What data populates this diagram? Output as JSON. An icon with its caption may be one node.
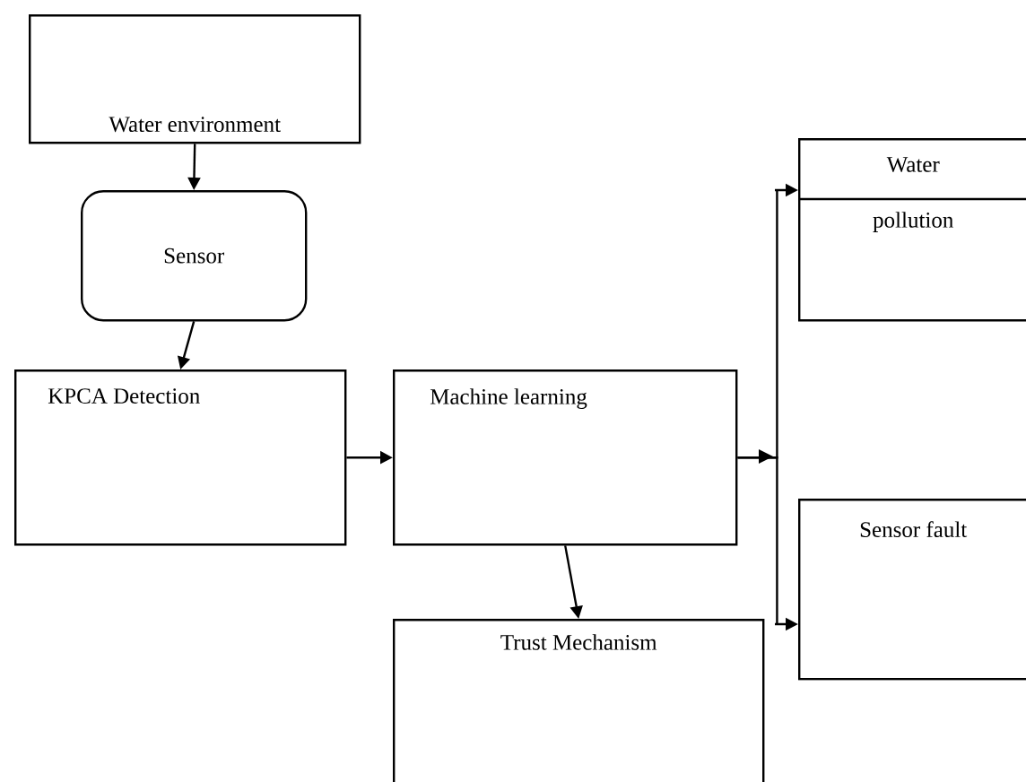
{
  "diagram": {
    "nodes": [
      {
        "text": [
          "Water environment"
        ]
      },
      {
        "text": [
          "Sensor"
        ]
      },
      {
        "text": [
          "KPCA Detection"
        ]
      },
      {
        "text": [
          "Machine learning"
        ]
      },
      {
        "text": [
          "Trust Mechanism"
        ]
      },
      {
        "text": [
          "Water",
          "pollution"
        ]
      },
      {
        "text": [
          "Sensor fault"
        ]
      }
    ],
    "edges": [
      {
        "from": 0,
        "to": 1,
        "arrow": "to"
      },
      {
        "from": 1,
        "to": 2,
        "arrow": "to"
      },
      {
        "from": 2,
        "to": 3,
        "arrow": "to"
      },
      {
        "from": 3,
        "to": 4,
        "arrow": "to"
      },
      {
        "from": 3,
        "to": 5,
        "arrow": "to"
      },
      {
        "from": 3,
        "to": 6,
        "arrow": "to"
      }
    ]
  }
}
